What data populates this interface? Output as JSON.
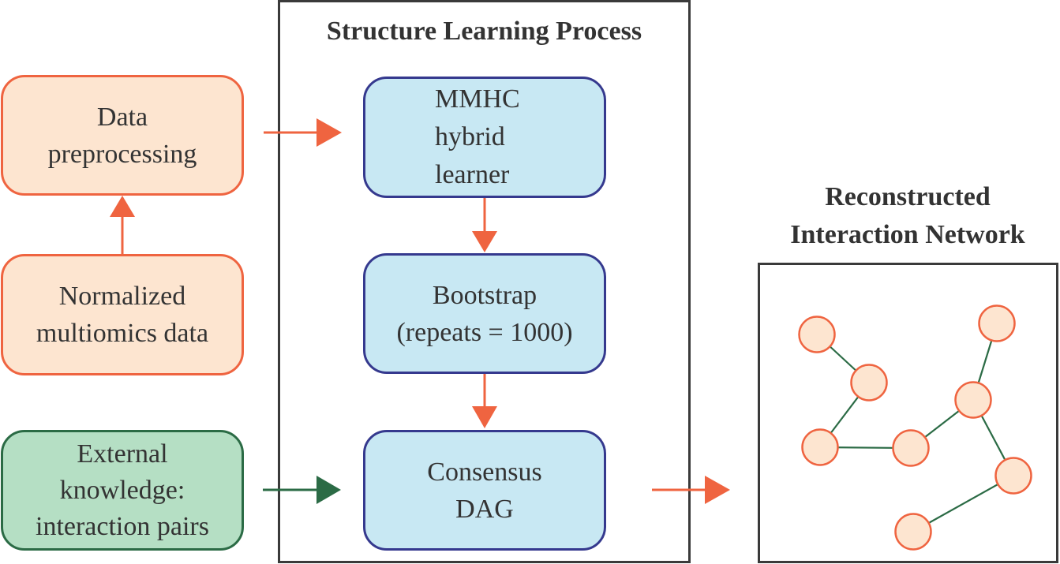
{
  "colors": {
    "orange_stroke": "#ef6440",
    "orange_fill": "#fde5d0",
    "green_stroke": "#2b6b45",
    "green_fill": "#b5dfc4",
    "blue_stroke": "#35398e",
    "blue_fill": "#c8e8f3",
    "frame": "#3a3a3a",
    "edge": "#2b6b45"
  },
  "inputs": {
    "preprocessing": [
      "Data",
      "preprocessing"
    ],
    "normalized": [
      "Normalized",
      "multiomics data"
    ],
    "external": [
      "External",
      "knowledge:",
      "interaction pairs"
    ]
  },
  "process": {
    "title": "Structure Learning Process",
    "steps": [
      [
        "MMHC",
        "hybrid",
        "learner"
      ],
      [
        "Bootstrap",
        "(repeats = 1000)"
      ],
      [
        "Consensus",
        "DAG"
      ]
    ]
  },
  "output": {
    "title": [
      "Reconstructed",
      "Interaction Network"
    ],
    "network": {
      "nodes": [
        "n1",
        "n2",
        "n3",
        "n4",
        "n5",
        "n6",
        "n7",
        "n8"
      ],
      "edges": [
        [
          "n1",
          "n2"
        ],
        [
          "n2",
          "n3"
        ],
        [
          "n3",
          "n4"
        ],
        [
          "n4",
          "n5"
        ],
        [
          "n5",
          "n6"
        ],
        [
          "n5",
          "n7"
        ],
        [
          "n7",
          "n8"
        ]
      ]
    }
  },
  "arrows": [
    {
      "from": "normalized",
      "to": "preprocessing",
      "color": "orange"
    },
    {
      "from": "preprocessing",
      "to": "mmhc",
      "color": "orange"
    },
    {
      "from": "mmhc",
      "to": "bootstrap",
      "color": "orange"
    },
    {
      "from": "bootstrap",
      "to": "consensus",
      "color": "orange"
    },
    {
      "from": "external",
      "to": "consensus",
      "color": "green"
    },
    {
      "from": "consensus",
      "to": "network",
      "color": "orange"
    }
  ]
}
